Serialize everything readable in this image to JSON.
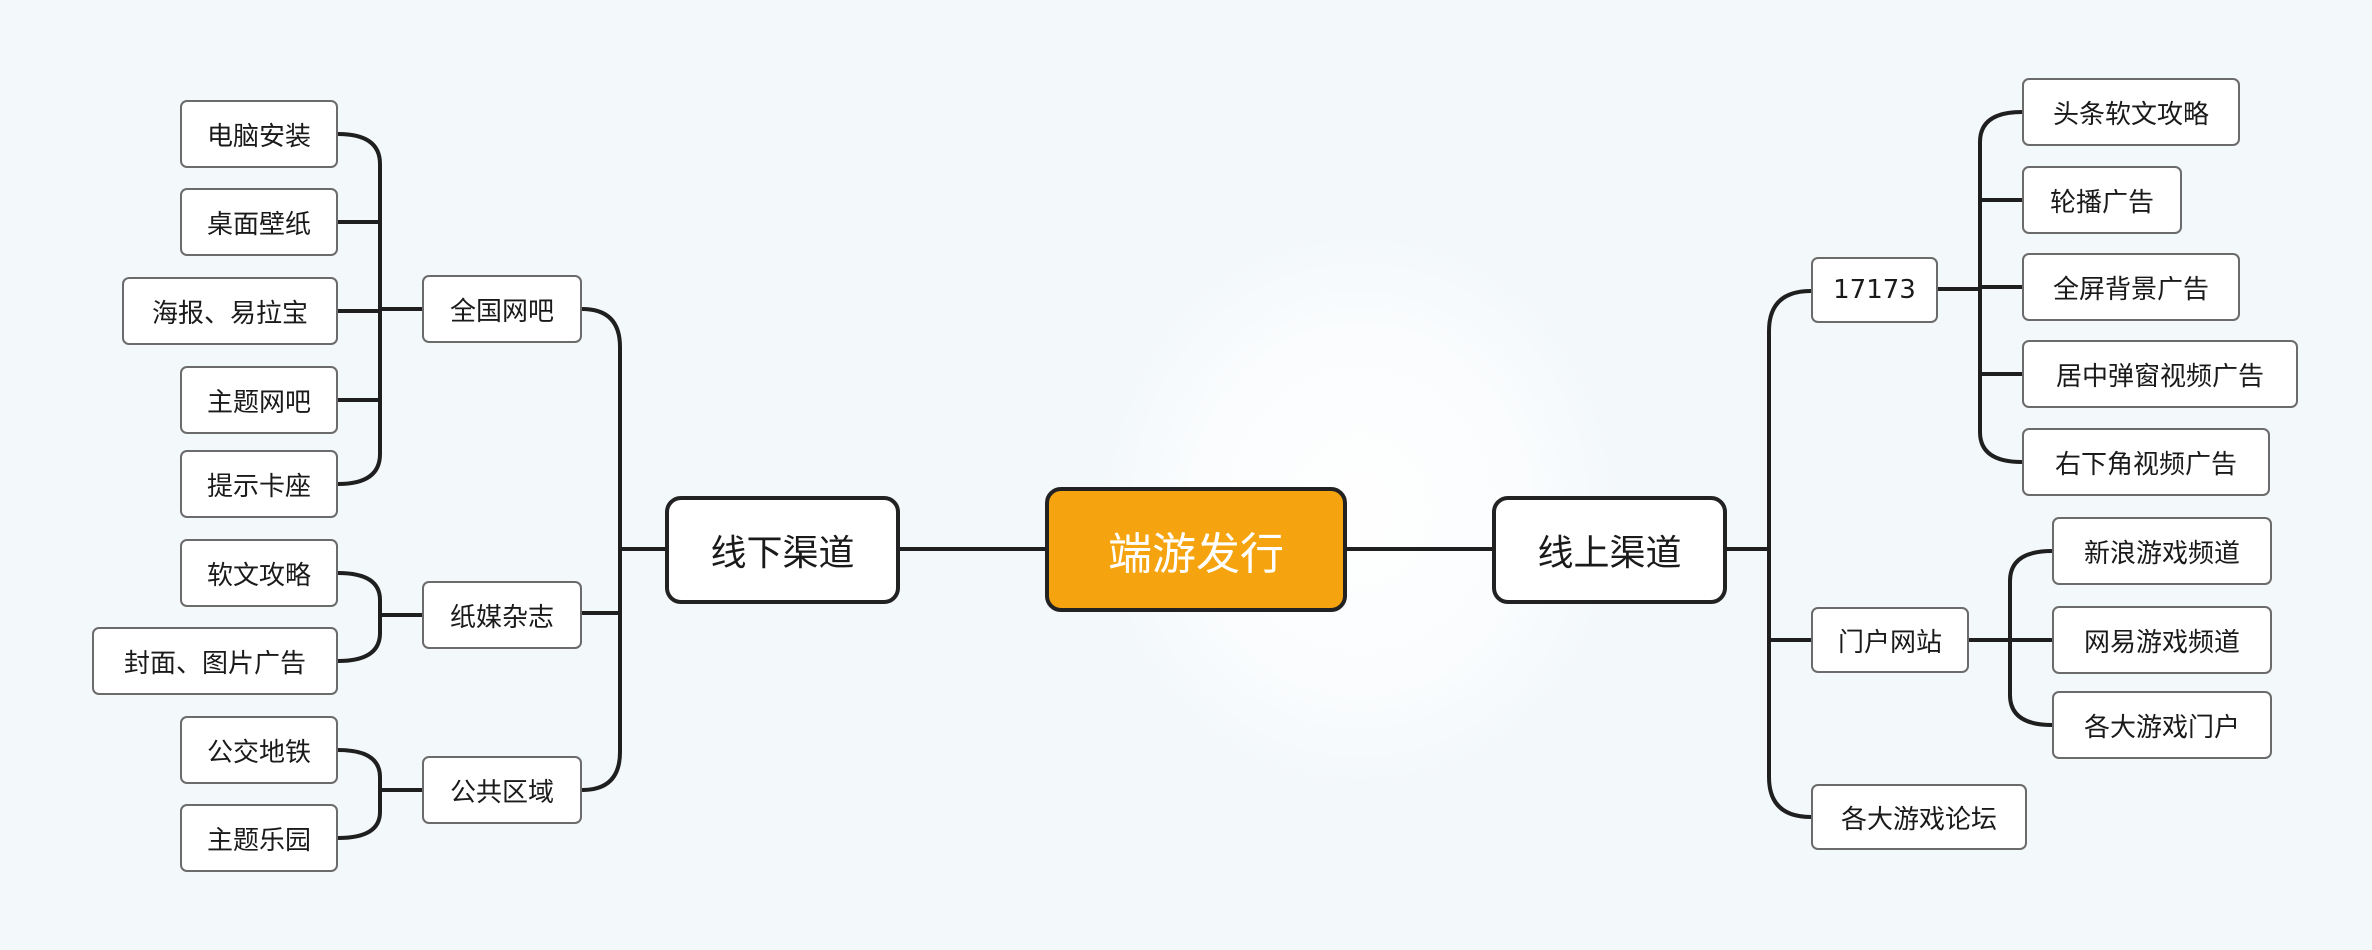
{
  "center": {
    "label": "端游发行",
    "fill_color": "#f5a40f"
  },
  "offline": {
    "label": "线下渠道",
    "groups": [
      {
        "label": "全国网吧",
        "items": [
          "电脑安装",
          "桌面壁纸",
          "海报、易拉宝",
          "主题网吧",
          "提示卡座"
        ]
      },
      {
        "label": "纸媒杂志",
        "items": [
          "软文攻略",
          "封面、图片广告"
        ]
      },
      {
        "label": "公共区域",
        "items": [
          "公交地铁",
          "主题乐园"
        ]
      }
    ]
  },
  "online": {
    "label": "线上渠道",
    "groups": [
      {
        "label": "17173",
        "items": [
          "头条软文攻略",
          "轮播广告",
          "全屏背景广告",
          "居中弹窗视频广告",
          "右下角视频广告"
        ]
      },
      {
        "label": "门户网站",
        "items": [
          "新浪游戏频道",
          "网易游戏频道",
          "各大游戏门户"
        ]
      },
      {
        "label": "各大游戏论坛",
        "items": []
      }
    ]
  }
}
